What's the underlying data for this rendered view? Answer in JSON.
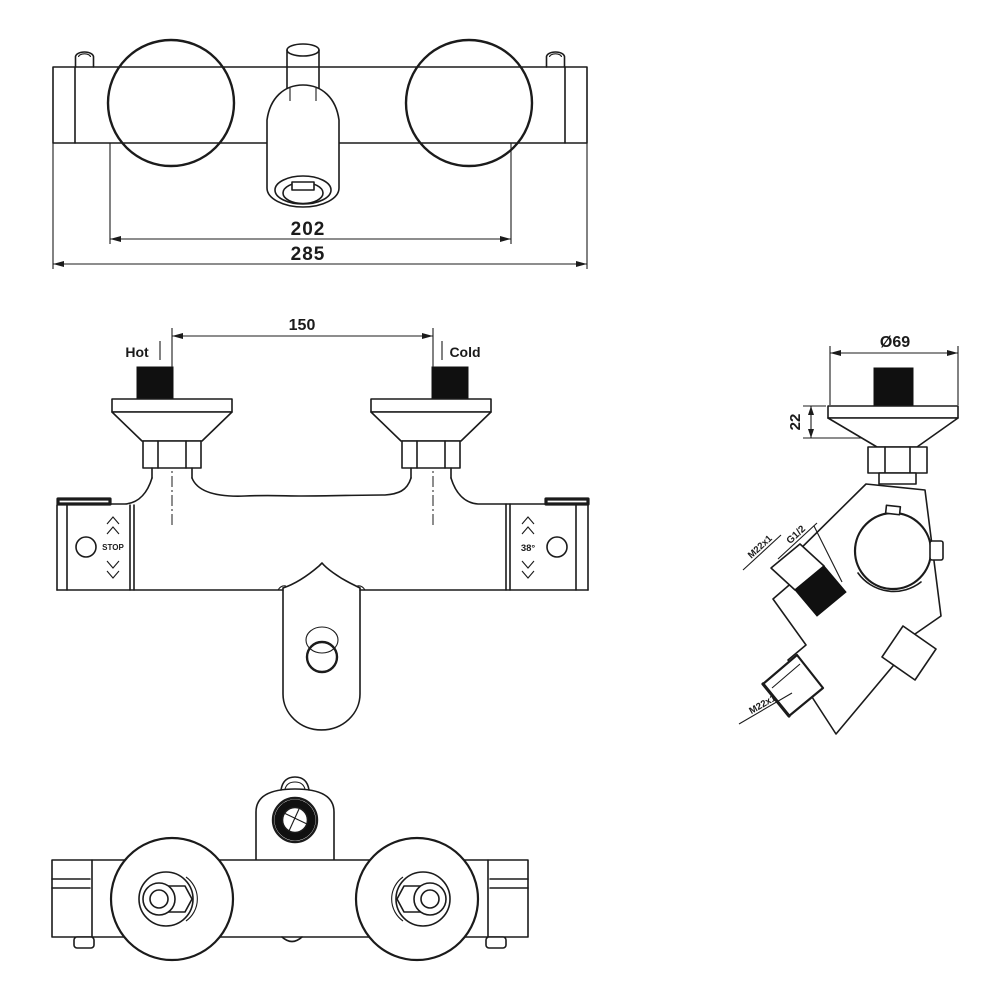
{
  "colors": {
    "line": "#1b1b1b",
    "background": "#ffffff",
    "port_fill": "#101010"
  },
  "views": {
    "top": {
      "dim_mounting": "202",
      "dim_overall": "285"
    },
    "front": {
      "dim_inlet_spacing": "150",
      "label_hot": "Hot",
      "label_cold": "Cold",
      "label_stop": "STOP",
      "label_temp": "38°"
    },
    "side": {
      "dim_escutcheon_diameter": "Ø69",
      "dim_escutcheon_height": "22",
      "label_thread_shower_nut": "M22x1",
      "label_thread_shower": "G1/2",
      "label_thread_handshower": "M22x1"
    },
    "bottom": {}
  }
}
